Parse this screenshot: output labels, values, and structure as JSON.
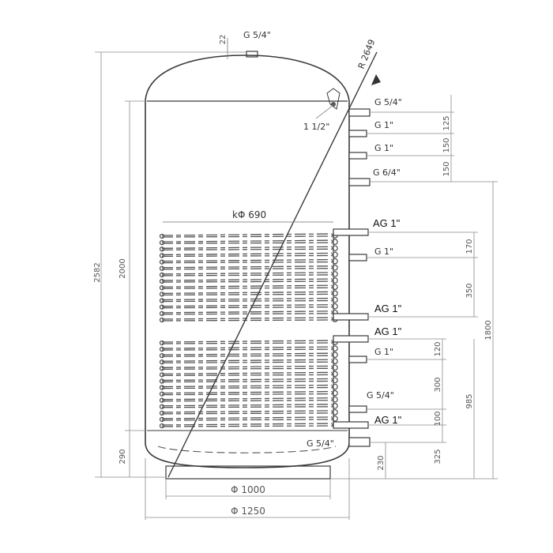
{
  "labels": {
    "top_port": "G 5/4\"",
    "top_dim": "22",
    "radius": "R 2649",
    "sensor": "1 1/2\"",
    "side_ports": [
      "G 5/4\"",
      "G 1\"",
      "G 1\"",
      "G 6/4\""
    ],
    "coil_upper_in": "AG 1\"",
    "mid_port_1": "G 1\"",
    "coil_upper_out": "AG 1\"",
    "coil_lower_in": "AG 1\"",
    "mid_port_2": "G 1\"",
    "lower_port": "G 5/4\"",
    "coil_lower_out": "AG 1\"",
    "bottom_port": "G 5/4\"",
    "coil_diameter": "kΦ 690"
  },
  "dimensions": {
    "total_height": "2582",
    "inner_height": "2000",
    "bottom_height": "290",
    "d125": "125",
    "d150a": "150",
    "d150b": "150",
    "d170": "170",
    "d350": "350",
    "d1800": "1800",
    "d120": "120",
    "d300": "300",
    "d985": "985",
    "d100": "100",
    "d230": "230",
    "d325": "325",
    "width_inner": "Φ 1000",
    "width_outer": "Φ 1250"
  }
}
